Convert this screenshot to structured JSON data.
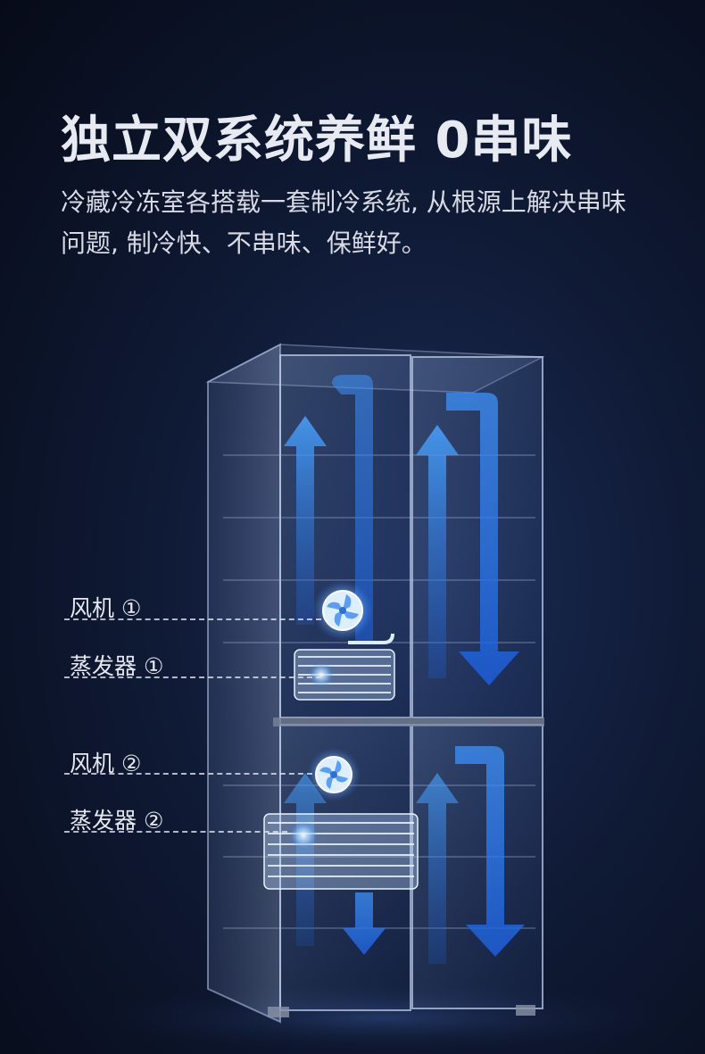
{
  "title": "独立双系统养鲜 0串味",
  "subtitle": "冷藏冷冻室各搭载一套制冷系统, 从根源上解决串味问题, 制冷快、不串味、保鲜好。",
  "labels": {
    "fan1": "风机 ①",
    "evaporator1": "蒸发器 ①",
    "fan2": "风机 ②",
    "evaporator2": "蒸发器 ②"
  },
  "colors": {
    "background": "#0f1a35",
    "airflow": "#2f7ff0",
    "glass": "#9fb6e0",
    "evaporator_glow": "#cfe4ff"
  },
  "icons": [
    "fan-icon",
    "evaporator-coil-icon",
    "airflow-arrow-icon"
  ]
}
